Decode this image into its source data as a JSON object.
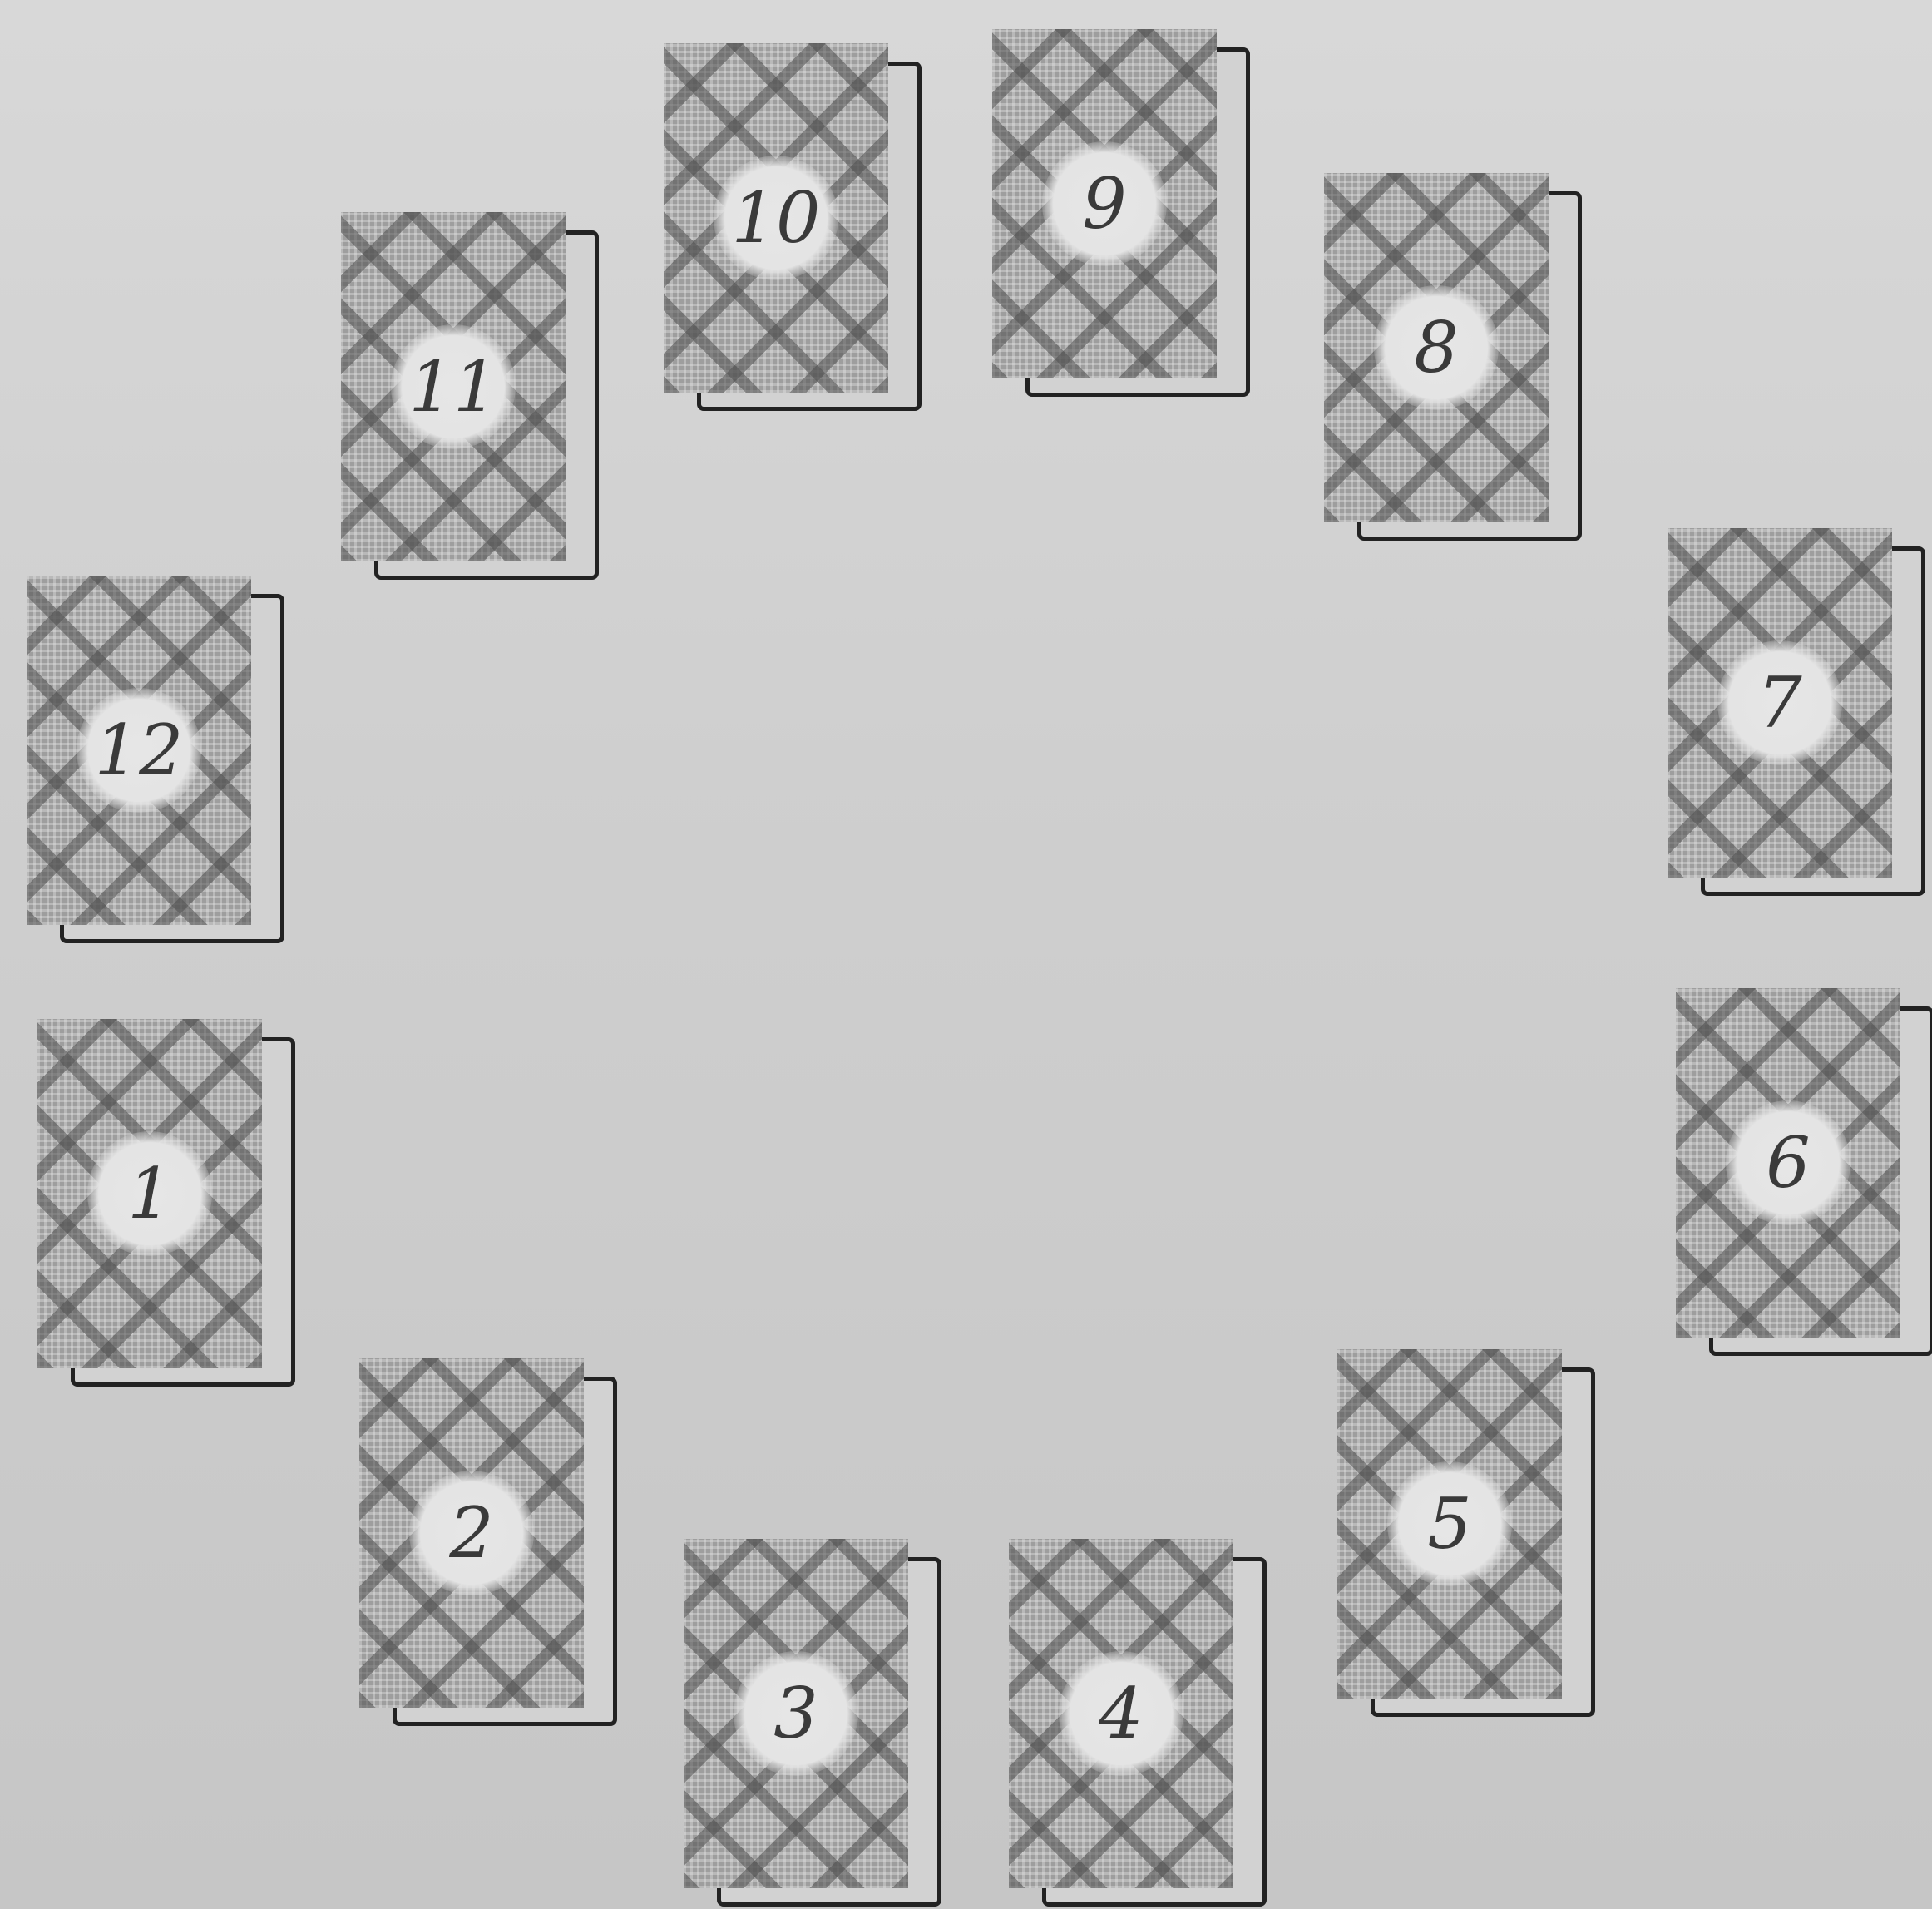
{
  "spread": {
    "cards": [
      {
        "label": "1"
      },
      {
        "label": "2"
      },
      {
        "label": "3"
      },
      {
        "label": "4"
      },
      {
        "label": "5"
      },
      {
        "label": "6"
      },
      {
        "label": "7"
      },
      {
        "label": "8"
      },
      {
        "label": "9"
      },
      {
        "label": "10"
      },
      {
        "label": "11"
      },
      {
        "label": "12"
      }
    ]
  },
  "colors": {
    "paper": "#cfcfcf",
    "card_pattern": "#9e9e9e",
    "outline": "#222222",
    "number_ink": "#3a3a3a"
  }
}
